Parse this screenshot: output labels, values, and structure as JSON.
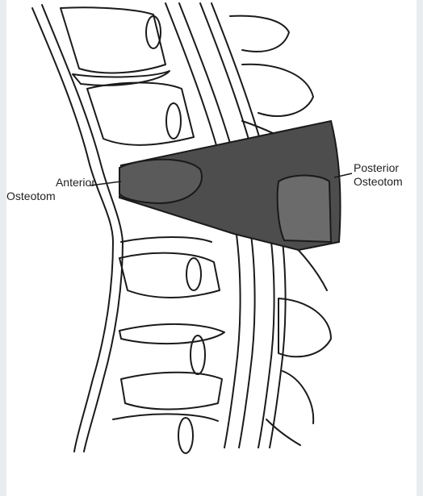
{
  "labels": {
    "anterior_line1": "Anterior",
    "anterior_line2": "Osteotom",
    "posterior_line1": "Posterior",
    "posterior_line2": "Osteotom"
  },
  "colors": {
    "background": "#e9ecef",
    "panel": "#ffffff",
    "ink": "#1a1a1a",
    "osteotomy_fill": "#4d4d4d"
  }
}
